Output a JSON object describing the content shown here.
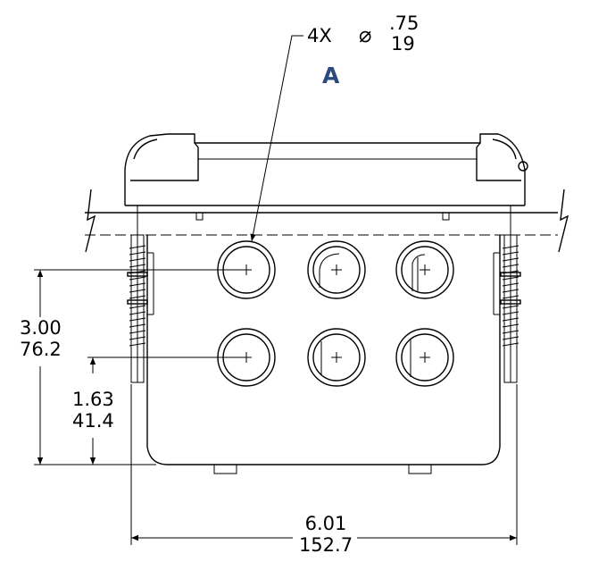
{
  "callout": {
    "qty": "4X",
    "diameter_symbol": "⌀",
    "dia_in": ".75",
    "dia_mm": "19"
  },
  "view_marker": {
    "label": "A",
    "color": "#2b4a7e"
  },
  "dimensions": {
    "hole_row_upper": {
      "in": "3.00",
      "mm": "76.2"
    },
    "hole_row_lower": {
      "in": "1.63",
      "mm": "41.4"
    },
    "overall_width": {
      "in": "6.01",
      "mm": "152.7"
    }
  }
}
